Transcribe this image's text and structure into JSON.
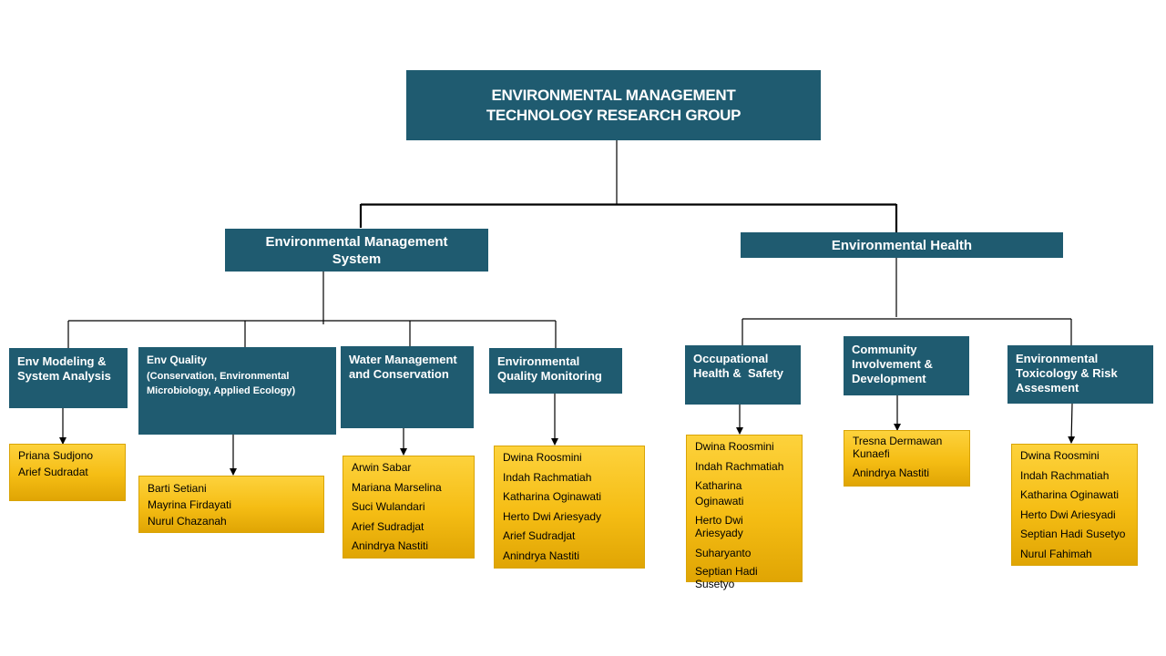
{
  "root": {
    "line1": "ENVIRONMENTAL MANAGEMENT",
    "line2": "TECHNOLOGY RESEARCH GROUP"
  },
  "groups": {
    "ems": {
      "line1": "Environmental Management",
      "line2": "System"
    },
    "eh": {
      "label": "Environmental Health"
    }
  },
  "units": {
    "modeling": {
      "line1": "Env Modeling &",
      "line2": "System Analysis",
      "members": [
        "Priana Sudjono",
        "Arief Sudradat"
      ]
    },
    "quality": {
      "line1": "Env Quality",
      "line2": "(Conservation, Environmental",
      "line3": "Microbiology, Applied Ecology)",
      "members": [
        "Barti Setiani",
        "Mayrina Firdayati",
        "Nurul Chazanah"
      ]
    },
    "water": {
      "line1": "Water Management",
      "line2": "and Conservation",
      "members": [
        "Arwin Sabar",
        "Mariana Marselina",
        "Suci Wulandari",
        "Arief Sudradjat",
        "Anindrya Nastiti"
      ]
    },
    "monitoring": {
      "line1": "Environmental",
      "line2": "Quality Monitoring",
      "members": [
        "Dwina Roosmini",
        "Indah Rachmatiah",
        "Katharina Oginawati",
        "Herto Dwi Ariesyady",
        "Arief Sudradjat",
        "Anindrya Nastiti"
      ]
    },
    "ohs": {
      "line1": "Occupational",
      "line2": "Health &  Safety",
      "members": [
        "Dwina Roosmini",
        "Indah Rachmatiah",
        "Katharina Oginawati",
        "Herto Dwi",
        "Ariesyady",
        "Suharyanto",
        "Septian Hadi",
        "Susetyo"
      ]
    },
    "community": {
      "line1": "Community",
      "line2": "Involvement &",
      "line3": "Development",
      "members": [
        "Tresna Dermawan",
        "Kunaefi",
        "Anindrya Nastiti"
      ]
    },
    "toxicology": {
      "line1": "Environmental",
      "line2": "Toxicology & Risk",
      "line3": "Assesment",
      "members": [
        "Dwina Roosmini",
        "Indah Rachmatiah",
        "Katharina Oginawati",
        "Herto Dwi Ariesyadi",
        "Septian Hadi Susetyo",
        "Nurul Fahimah"
      ]
    }
  },
  "colors": {
    "box_fill": "#1f5b70",
    "member_fill": "#f5bd14",
    "connector": "#000000"
  }
}
